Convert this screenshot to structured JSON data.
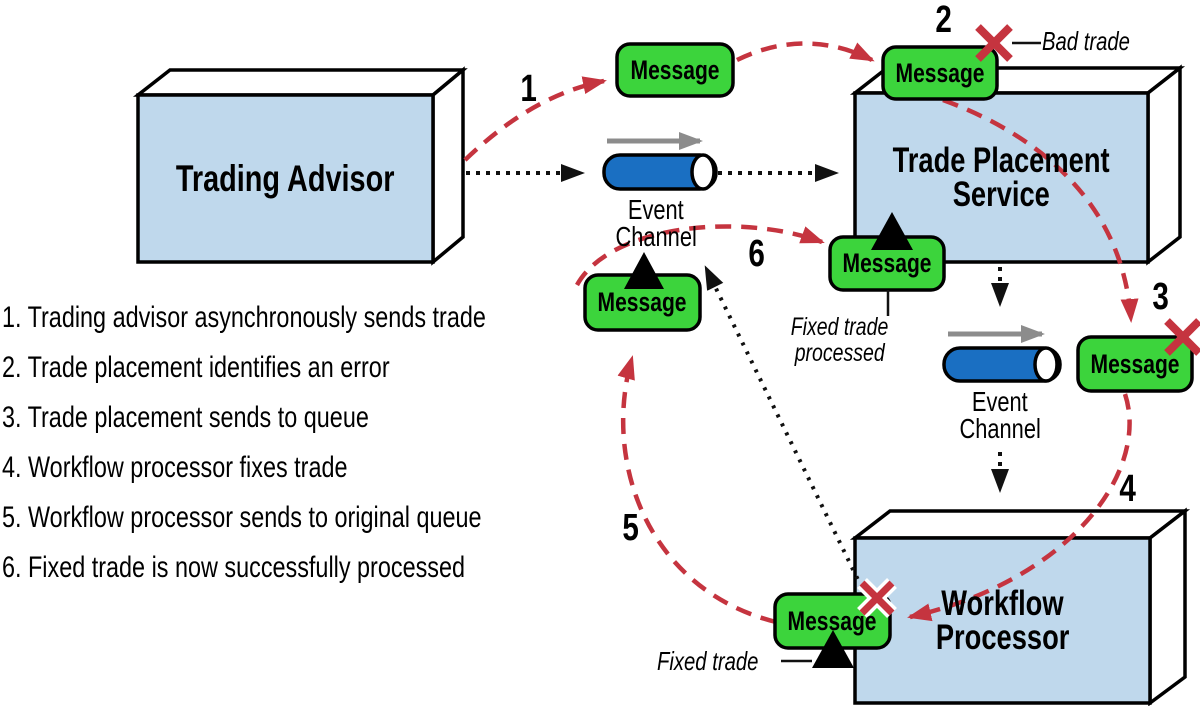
{
  "nodes": {
    "trading_advisor": {
      "label": "Trading Advisor"
    },
    "trade_placement": {
      "line1": "Trade Placement",
      "line2": "Service"
    },
    "workflow_processor": {
      "line1": "Workflow",
      "line2": "Processor"
    }
  },
  "message": {
    "label": "Message"
  },
  "event_channel": {
    "line1": "Event",
    "line2": "Channel"
  },
  "annotations": {
    "bad_trade": "Bad trade",
    "fixed_trade_processed": {
      "line1": "Fixed trade",
      "line2": "processed"
    },
    "fixed_trade": "Fixed trade"
  },
  "step_markers": [
    "1",
    "2",
    "3",
    "4",
    "5",
    "6"
  ],
  "legend": [
    "1. Trading advisor asynchronously sends trade",
    "2. Trade placement identifies an error",
    "3. Trade placement sends to queue",
    "4. Workflow processor fixes trade",
    "5. Workflow processor sends to original queue",
    "6. Fixed trade is now successfully processed"
  ],
  "colors": {
    "node_fill": "#bfd8ec",
    "message_fill": "#3cd43c",
    "arrow_red": "#c5343f",
    "cylinder_blue": "#1a6fc2",
    "arrow_gray": "#8c8c8c",
    "line_black": "#111111"
  }
}
